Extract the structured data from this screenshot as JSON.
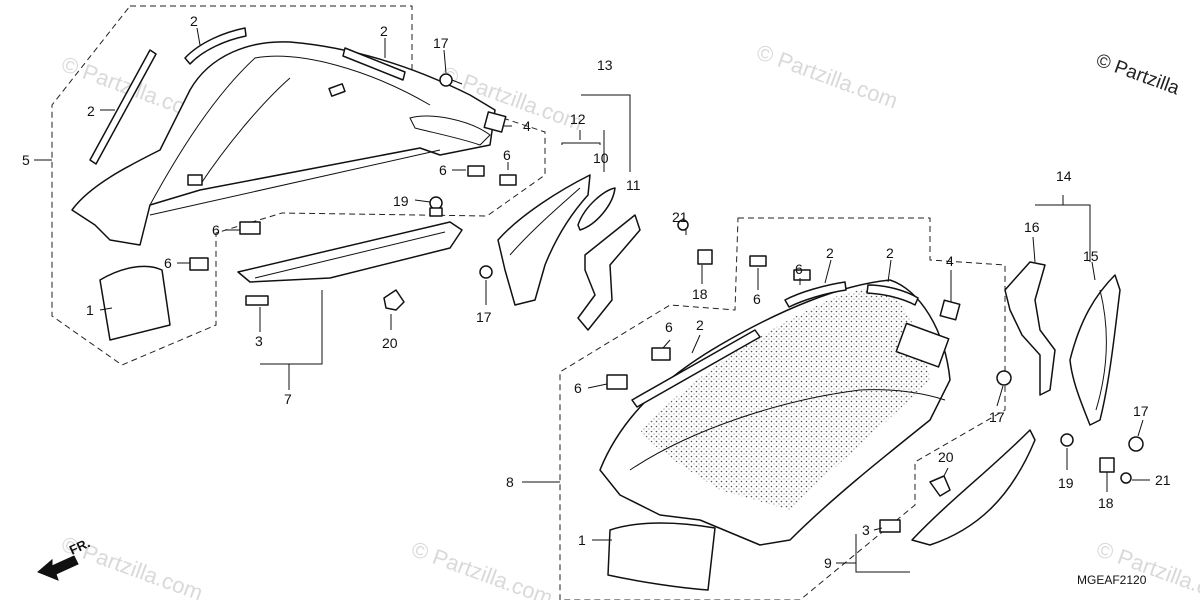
{
  "watermark": "© Partzilla.com",
  "copyright": "© Partzilla",
  "diagram_code": "MGEAF2120",
  "front_label": "FR.",
  "callouts": {
    "c1a": "1",
    "c1b": "1",
    "c2a": "2",
    "c2b": "2",
    "c2c": "2",
    "c2d": "2",
    "c2e": "2",
    "c2f": "2",
    "c3a": "3",
    "c3b": "3",
    "c4a": "4",
    "c4b": "4",
    "c5": "5",
    "c6a": "6",
    "c6b": "6",
    "c6c": "6",
    "c6d": "6",
    "c6e": "6",
    "c6f": "6",
    "c6g": "6",
    "c6h": "6",
    "c7": "7",
    "c8": "8",
    "c9": "9",
    "c10": "10",
    "c11": "11",
    "c12": "12",
    "c13": "13",
    "c14": "14",
    "c15": "15",
    "c16": "16",
    "c17a": "17",
    "c17b": "17",
    "c17c": "17",
    "c17d": "17",
    "c18a": "18",
    "c18b": "18",
    "c19a": "19",
    "c19b": "19",
    "c20a": "20",
    "c20b": "20",
    "c21a": "21",
    "c21b": "21"
  }
}
